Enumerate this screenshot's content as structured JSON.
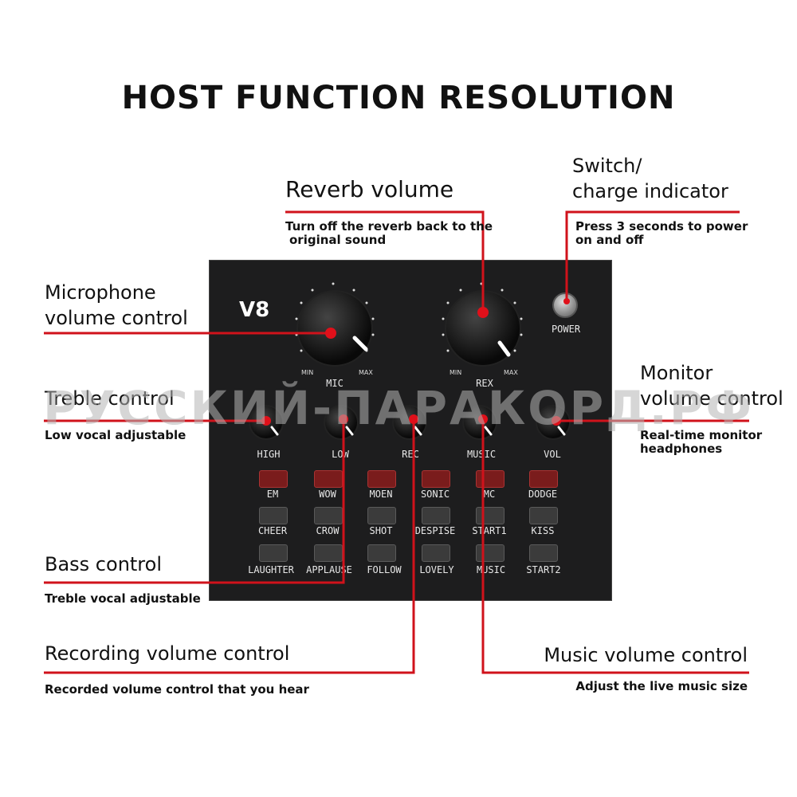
{
  "title": "HOST FUNCTION RESOLUTION",
  "device": {
    "name": "V8",
    "power_label": "POWER",
    "mic_knob": {
      "label": "MIC",
      "min": "MIN",
      "max": "MAX"
    },
    "rex_knob": {
      "label": "REX",
      "min": "MIN",
      "max": "MAX"
    },
    "small_knobs": [
      "HIGH",
      "LOW",
      "REC",
      "MUSIC",
      "VOL"
    ],
    "pad_rows": [
      [
        "EM",
        "WOW",
        "MOEN",
        "SONIC",
        "MC",
        "DODGE"
      ],
      [
        "CHEER",
        "CROW",
        "SHOT",
        "DESPISE",
        "START1",
        "KISS"
      ],
      [
        "LAUGHTER",
        "APPLAUSE",
        "FOLLOW",
        "LOVELY",
        "MUSIC",
        "START2"
      ]
    ]
  },
  "callouts": {
    "reverb": {
      "title": "Reverb volume",
      "desc_line1": "Turn off the reverb back to the",
      "desc_line2": "original sound"
    },
    "switch": {
      "title_line1": "Switch/",
      "title_line2": "charge indicator",
      "desc_line1": "Press 3 seconds to power",
      "desc_line2": "on and off"
    },
    "mic": {
      "title_line1": "Microphone",
      "title_line2": "volume control"
    },
    "treble": {
      "title": "Treble control",
      "desc": "Low vocal adjustable"
    },
    "monitor": {
      "title_line1": "Monitor",
      "title_line2": "volume control",
      "desc_line1": "Real-time monitor",
      "desc_line2": "headphones"
    },
    "bass": {
      "title": "Bass control",
      "desc": "Treble vocal adjustable"
    },
    "recording": {
      "title": "Recording volume control",
      "desc": "Recorded volume control that you hear"
    },
    "music": {
      "title": "Music volume control",
      "desc": "Adjust the live music size"
    }
  },
  "watermark": "РУССКИЙ-ПАРАКОРД.РФ",
  "colors": {
    "callout_line": "#d0121b",
    "device_body": "#1d1d1e",
    "effect_pad_red": "#7a1c1c",
    "effect_pad_dark": "#3b3b3b"
  }
}
